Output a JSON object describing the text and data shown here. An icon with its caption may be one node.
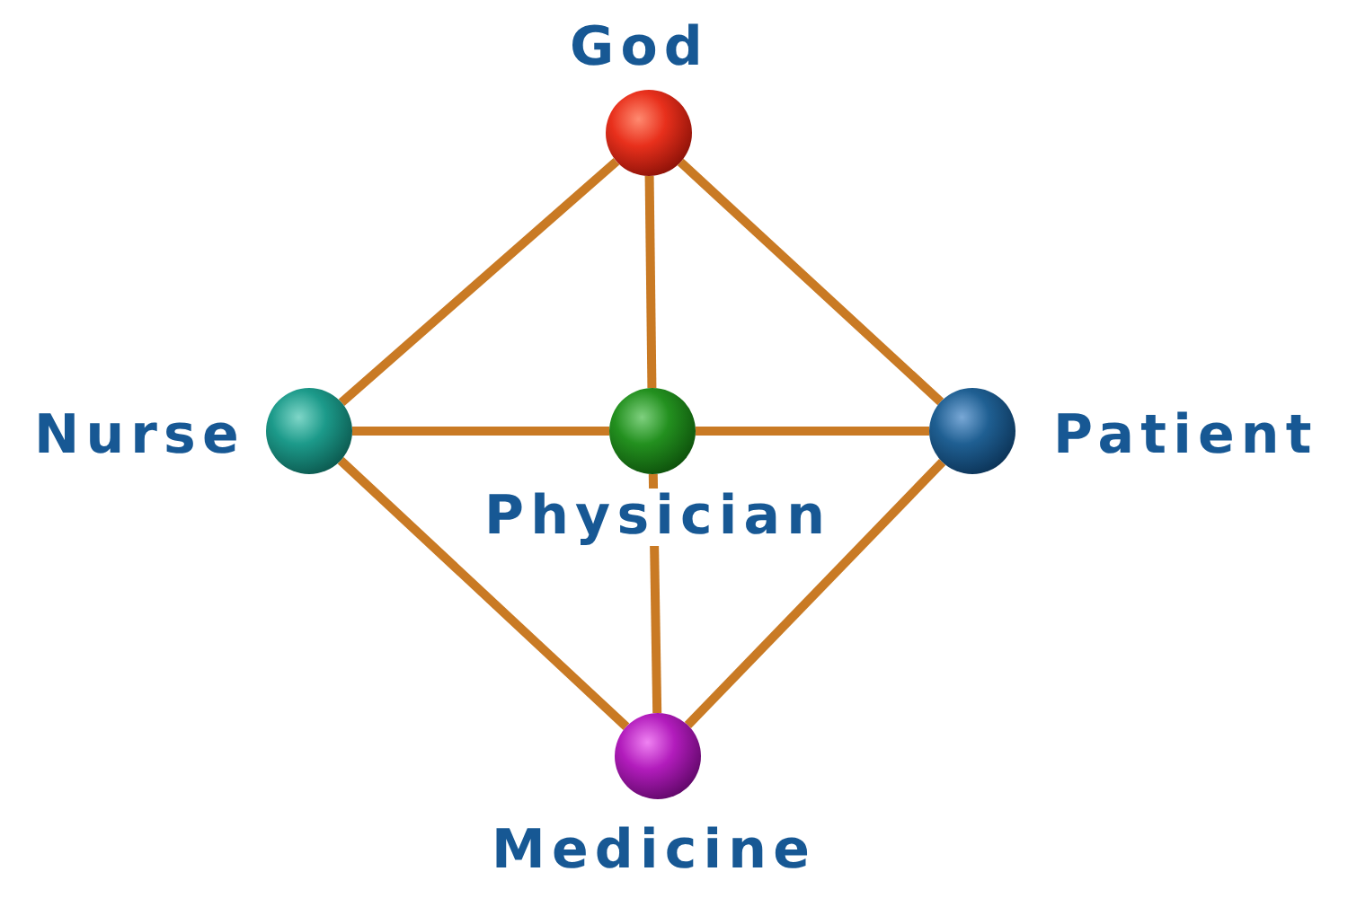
{
  "diagram": {
    "nodes": [
      {
        "text": [
          "God"
        ]
      },
      {
        "text": [
          "Nurse"
        ]
      },
      {
        "text": [
          "Physician"
        ]
      },
      {
        "text": [
          "Patient"
        ]
      },
      {
        "text": [
          "Medicine"
        ]
      }
    ],
    "edges": [
      {
        "from": 0,
        "to": 1,
        "arrow": "none"
      },
      {
        "from": 0,
        "to": 2,
        "arrow": "none"
      },
      {
        "from": 0,
        "to": 3,
        "arrow": "none"
      },
      {
        "from": 1,
        "to": 2,
        "arrow": "none"
      },
      {
        "from": 2,
        "to": 3,
        "arrow": "none"
      },
      {
        "from": 1,
        "to": 4,
        "arrow": "none"
      },
      {
        "from": 2,
        "to": 4,
        "arrow": "none"
      },
      {
        "from": 3,
        "to": 4,
        "arrow": "none"
      }
    ]
  }
}
